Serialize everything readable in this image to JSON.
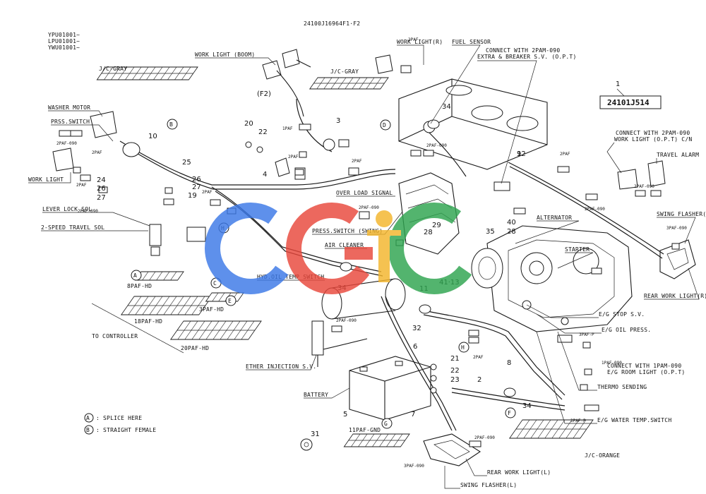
{
  "doc_number": "24100J16964F1·F2",
  "serials": [
    "YPU01001~",
    "LPU01001~",
    "YWU01001~"
  ],
  "part_box": {
    "number": "24101J514",
    "index": "1"
  },
  "legend": [
    {
      "letter": "A",
      "text": ": SPLICE HERE"
    },
    {
      "letter": "B",
      "text": ": STRAIGHT FEMALE"
    }
  ],
  "components": [
    "WORK LIGHT (BOOM)",
    "WORK LIGHT(R)",
    "FUEL SENSOR",
    "CONNECT WITH 2PAM-090",
    "EXTRA & BREAKER S.V. (O.P.T)",
    "WASHER MOTOR",
    "PRSS.SWITCH",
    "WORK LIGHT",
    "LEVER LOCK SOL",
    "2-SPEED TRAVEL SOL",
    "OVER LOAD SIGNAL",
    "PRESS.SWITCH (SWING)",
    "AIR CLEANER",
    "HYD.OIL TEMP SWITCH",
    "ALTERNATOR",
    "STARTER",
    "CONNECT WITH 2PAM-090",
    "WORK LIGHT (O.P.T) C/N",
    "TRAVEL ALARM",
    "SWING FLASHER(R)",
    "REAR WORK LIGHT(R)",
    "E/G STOP S.V.",
    "E/G OIL PRESS.",
    "CONNECT WITH 1PAM-090",
    "E/G ROOM LIGHT (O.P.T)",
    "THERMO SENDING",
    "E/G WATER TEMP.SWITCH",
    "ETHER INJECTION S.V.",
    "BATTERY",
    "REAR WORK LIGHT(L)",
    "SWING FLASHER(L)",
    "TO CONTROLLER"
  ],
  "harness_refs": [
    "J/C-GRAY",
    "J/C-GRAY",
    "J/C-ORANGE",
    "8PAF-HD",
    "18PAF-HD",
    "20PAF-HD",
    "3PAF-HD",
    "11PAF-GND"
  ],
  "connector_labels": [
    "2PAF",
    "2PAF-090",
    "3PAF-090",
    "3PAF-P",
    "1PAF-090",
    "1PAF"
  ],
  "circle_letters": [
    "A",
    "B",
    "C",
    "D",
    "E",
    "F",
    "G",
    "H"
  ],
  "callouts": [
    "2",
    "3",
    "4",
    "5",
    "6",
    "7",
    "8",
    "9",
    "10",
    "11",
    "12",
    "19",
    "20",
    "21",
    "22",
    "23",
    "24",
    "25",
    "26",
    "27",
    "28",
    "29",
    "31",
    "32",
    "34",
    "35",
    "40",
    "41·13",
    "(F2)"
  ],
  "watermark": {
    "letters": [
      "C",
      "G",
      "C"
    ],
    "colors": [
      "#3b78e7",
      "#e8473b",
      "#f3b52b",
      "#2ea44f"
    ]
  },
  "colors": {
    "line": "#1a1a1a",
    "background": "#ffffff"
  }
}
